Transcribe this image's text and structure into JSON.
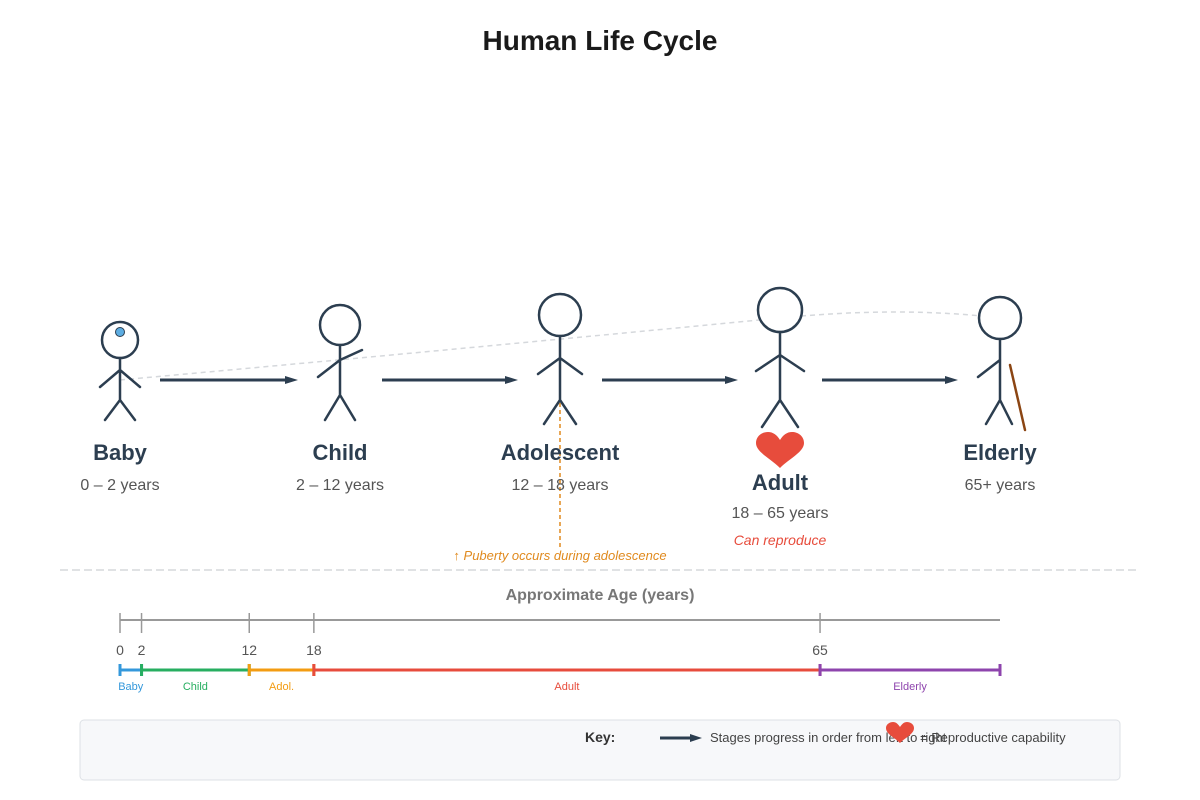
{
  "title": "Human Life Cycle",
  "stages": [
    {
      "name": "Baby",
      "ages": "0 – 2 years"
    },
    {
      "name": "Child",
      "ages": "2 – 12 years"
    },
    {
      "name": "Adolescent",
      "ages": "12 – 18 years"
    },
    {
      "name": "Adult",
      "ages": "18 – 65 years",
      "note": "Can reproduce"
    },
    {
      "name": "Elderly",
      "ages": "65+ years"
    }
  ],
  "puberty_note": "↑ Puberty occurs during adolescence",
  "timeline": {
    "title": "Approximate Age (years)",
    "ticks": [
      0,
      2,
      12,
      18,
      65
    ],
    "segments": [
      {
        "label": "Baby",
        "start": 0,
        "end": 2,
        "color": "#3498db"
      },
      {
        "label": "Child",
        "start": 2,
        "end": 12,
        "color": "#27ae60"
      },
      {
        "label": "Adol.",
        "start": 12,
        "end": 18,
        "color": "#f39c12"
      },
      {
        "label": "Adult",
        "start": 18,
        "end": 65,
        "color": "#e74c3c"
      },
      {
        "label": "Elderly",
        "start": 65,
        "end": 90,
        "color": "#8e44ad"
      }
    ]
  },
  "key": {
    "title": "Key:",
    "arrow_text": "Stages progress in order from left to right",
    "heart_text": "= Reproductive capability"
  },
  "colors": {
    "figure": "#2c3e50",
    "heart": "#e74c3c",
    "cane": "#8b4513",
    "puberty_line": "#e08a1e"
  },
  "icons": {
    "arrow": "right-arrow-icon",
    "heart": "heart-icon"
  }
}
